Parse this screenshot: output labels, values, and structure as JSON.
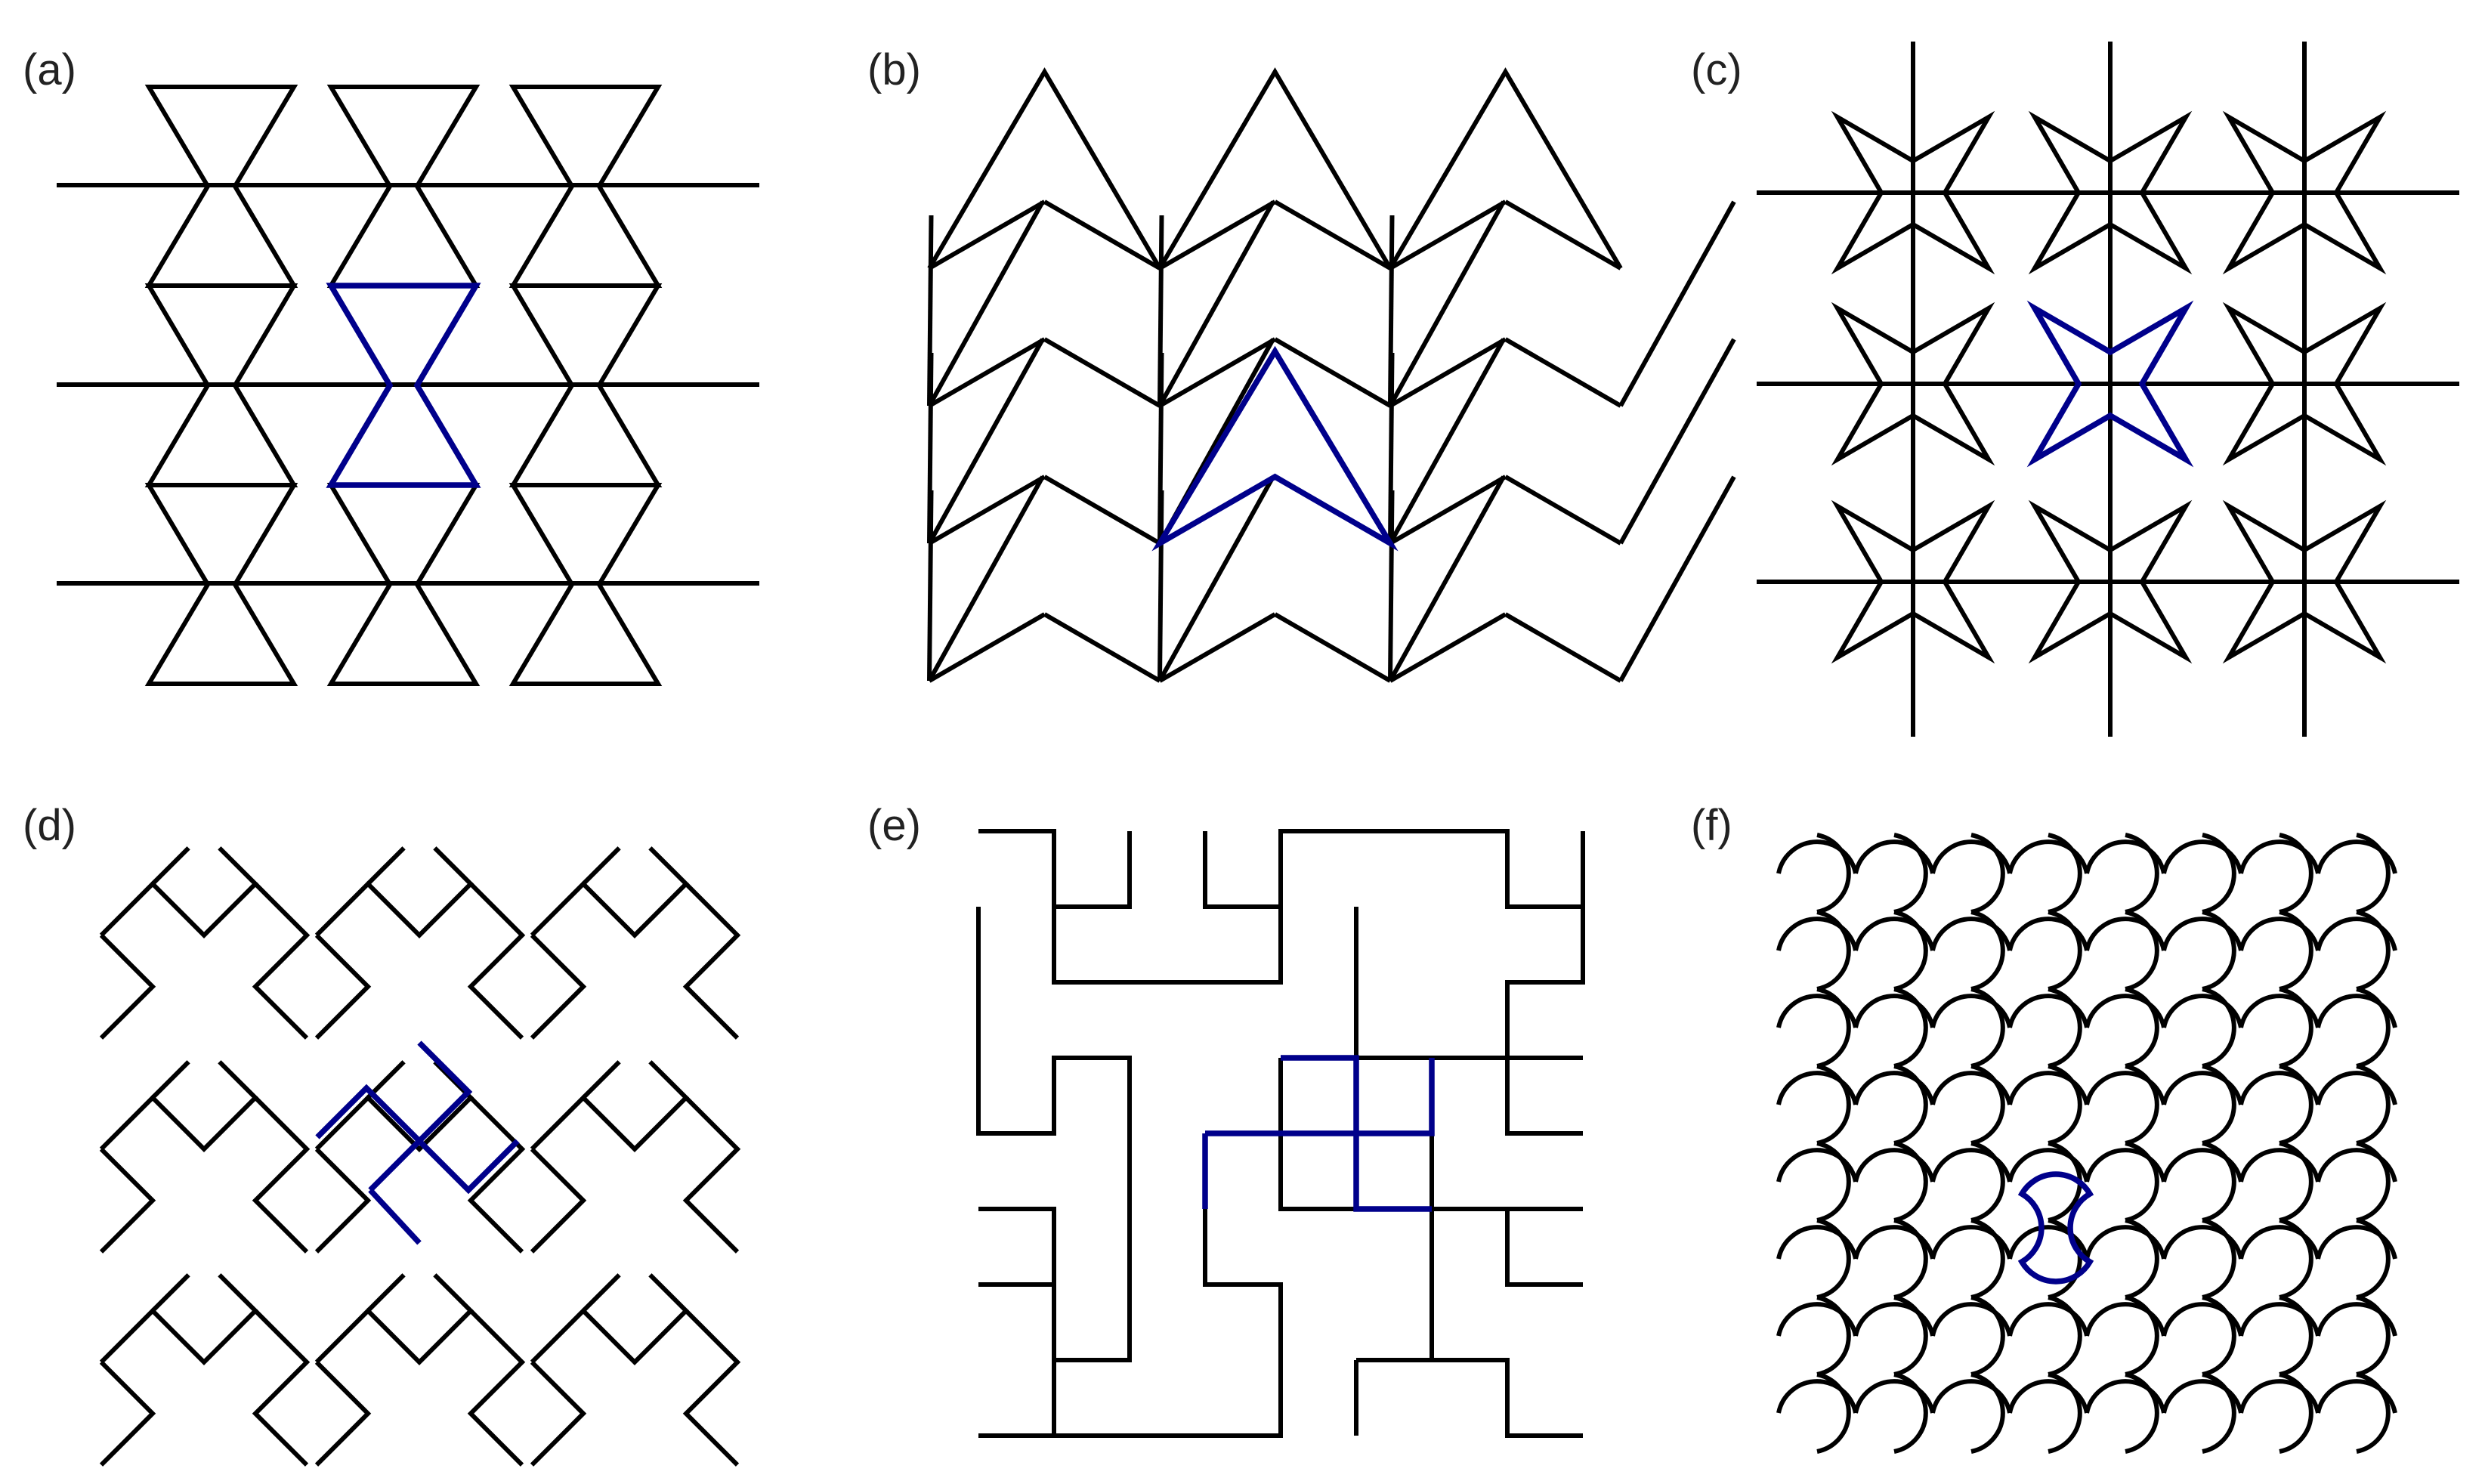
{
  "panels": [
    {
      "label": "(a)",
      "pattern": "bowtie"
    },
    {
      "label": "(b)",
      "pattern": "chevron"
    },
    {
      "label": "(c)",
      "pattern": "star"
    },
    {
      "label": "(d)",
      "pattern": "rotated-maze"
    },
    {
      "label": "(e)",
      "pattern": "orthogonal-maze"
    },
    {
      "label": "(f)",
      "pattern": "curved-bowtie"
    }
  ],
  "colors": {
    "lines": "#000000",
    "highlight": "#00008b"
  }
}
